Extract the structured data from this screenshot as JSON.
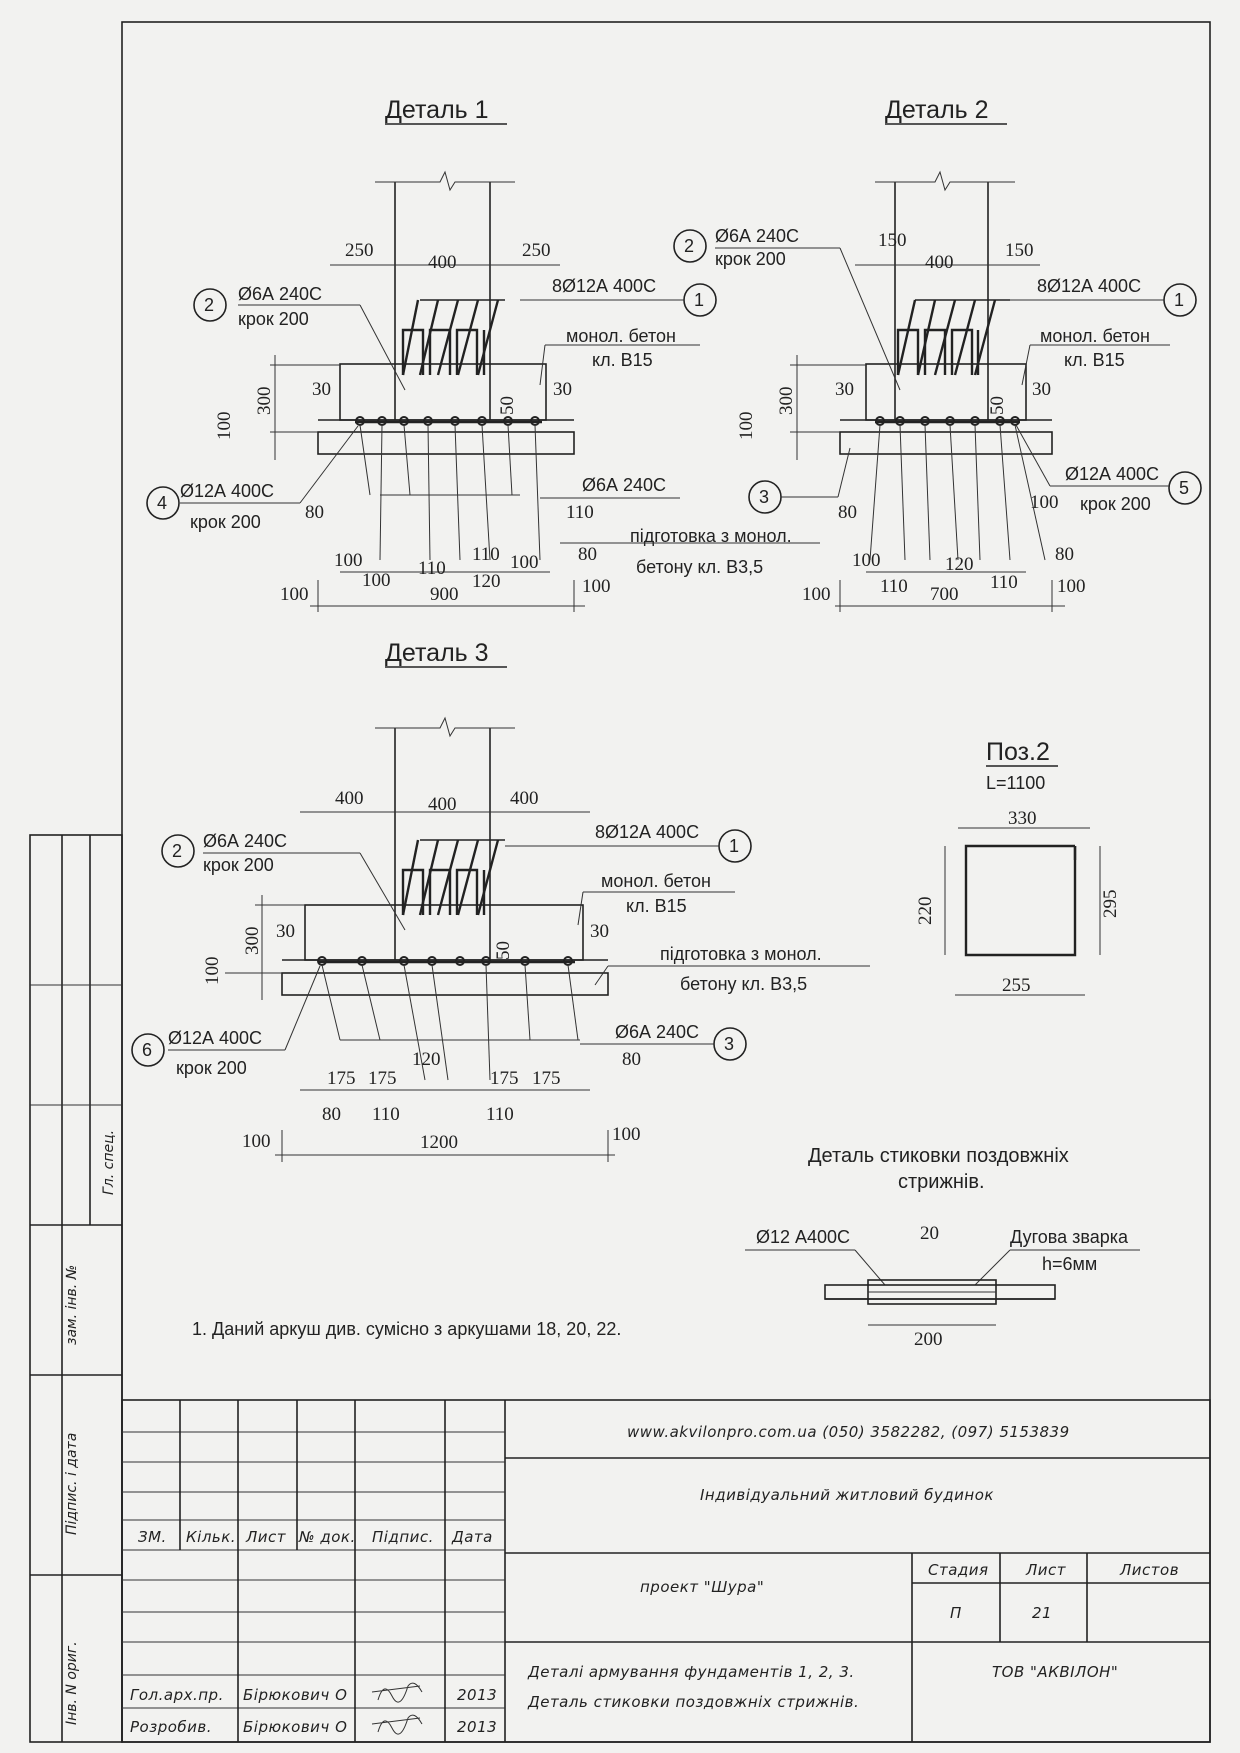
{
  "details": [
    {
      "title": "Деталь 1",
      "top_dims": [
        "250",
        "400",
        "250"
      ],
      "callouts": {
        "stirrup": "Ø6А 240С",
        "stirrup_step": "крок 200",
        "long_bars": "8Ø12А 400С",
        "concrete": "монол. бетон",
        "concrete_class": "кл. В15",
        "bottom_bars": "Ø12А 400С",
        "bottom_step": "крок 200",
        "cross_bars": "Ø6А 240С",
        "prep": "підготовка з монол.",
        "prep_class": "бетону кл. В3,5"
      },
      "marks": [
        "2",
        "1",
        "4"
      ],
      "side_dims": [
        "300",
        "100",
        "30",
        "30",
        "50"
      ],
      "bottom_dims": [
        "80",
        "110",
        "100",
        "100",
        "110",
        "110",
        "100",
        "120",
        "80",
        "100",
        "900",
        "100"
      ]
    },
    {
      "title": "Деталь 2",
      "top_dims": [
        "150",
        "400",
        "150"
      ],
      "callouts": {
        "stirrup": "Ø6А 240С",
        "stirrup_step": "крок 200",
        "long_bars": "8Ø12А 400С",
        "concrete": "монол. бетон",
        "concrete_class": "кл. В15",
        "bottom_bars": "Ø12А 400С",
        "bottom_step": "крок 200"
      },
      "marks": [
        "2",
        "1",
        "3",
        "5"
      ],
      "side_dims": [
        "300",
        "100",
        "30",
        "30",
        "50"
      ],
      "bottom_dims": [
        "80",
        "100",
        "100",
        "110",
        "120",
        "110",
        "80",
        "100",
        "700",
        "100"
      ]
    },
    {
      "title": "Деталь 3",
      "top_dims": [
        "400",
        "400",
        "400"
      ],
      "callouts": {
        "stirrup": "Ø6А 240С",
        "stirrup_step": "крок 200",
        "long_bars": "8Ø12А 400С",
        "concrete": "монол. бетон",
        "concrete_class": "кл. В15",
        "bottom_bars": "Ø12А 400С",
        "bottom_step": "крок 200",
        "cross_bars": "Ø6А 240С",
        "prep": "підготовка з монол.",
        "prep_class": "бетону кл. В3,5"
      },
      "marks": [
        "2",
        "1",
        "6",
        "3"
      ],
      "side_dims": [
        "300",
        "100",
        "30",
        "30",
        "50"
      ],
      "bottom_dims": [
        "175",
        "175",
        "120",
        "175",
        "175",
        "80",
        "80",
        "110",
        "110",
        "100",
        "1200",
        "100"
      ]
    }
  ],
  "poz2": {
    "title": "Поз.2",
    "length": "L=1100",
    "top": "330",
    "left": "220",
    "right": "295",
    "bottom": "255"
  },
  "splice": {
    "title1": "Деталь стиковки поздовжніх",
    "title2": "стрижнів.",
    "bar": "Ø12 А400С",
    "gap": "20",
    "weld": "Дугова зварка",
    "weld_h": "h=6мм",
    "length": "200"
  },
  "note": "1. Даний аркуш див. сумісно з аркушами 18, 20, 22.",
  "side_labels": [
    "Гл. спец.",
    "зам. інв. №",
    "Підпис. і дата",
    "Інв. N ориг."
  ],
  "stamp": {
    "contacts": "www.akvilonpro.com.ua  (050) 3582282, (097) 5153839",
    "object": "Індивідуальний житловий будинок",
    "project": "проект \"Шура\"",
    "headers": [
      "ЗМ.",
      "Кільк.",
      "Лист",
      "№ док.",
      "Підпис.",
      "Дата"
    ],
    "stage_header": "Стадия",
    "sheet_header": "Лист",
    "sheets_header": "Листов",
    "stage": "П",
    "sheet": "21",
    "rows": [
      {
        "role": "Гол.арх.пр.",
        "name": "Бірюкович О",
        "year": "2013"
      },
      {
        "role": "Розробив.",
        "name": "Бірюкович О",
        "year": "2013"
      }
    ],
    "title1": "Деталі армування фундаментів 1, 2, 3.",
    "title2": "Деталь стиковки поздовжніх стрижнів.",
    "company": "ТОВ \"АКВІЛОН\""
  }
}
